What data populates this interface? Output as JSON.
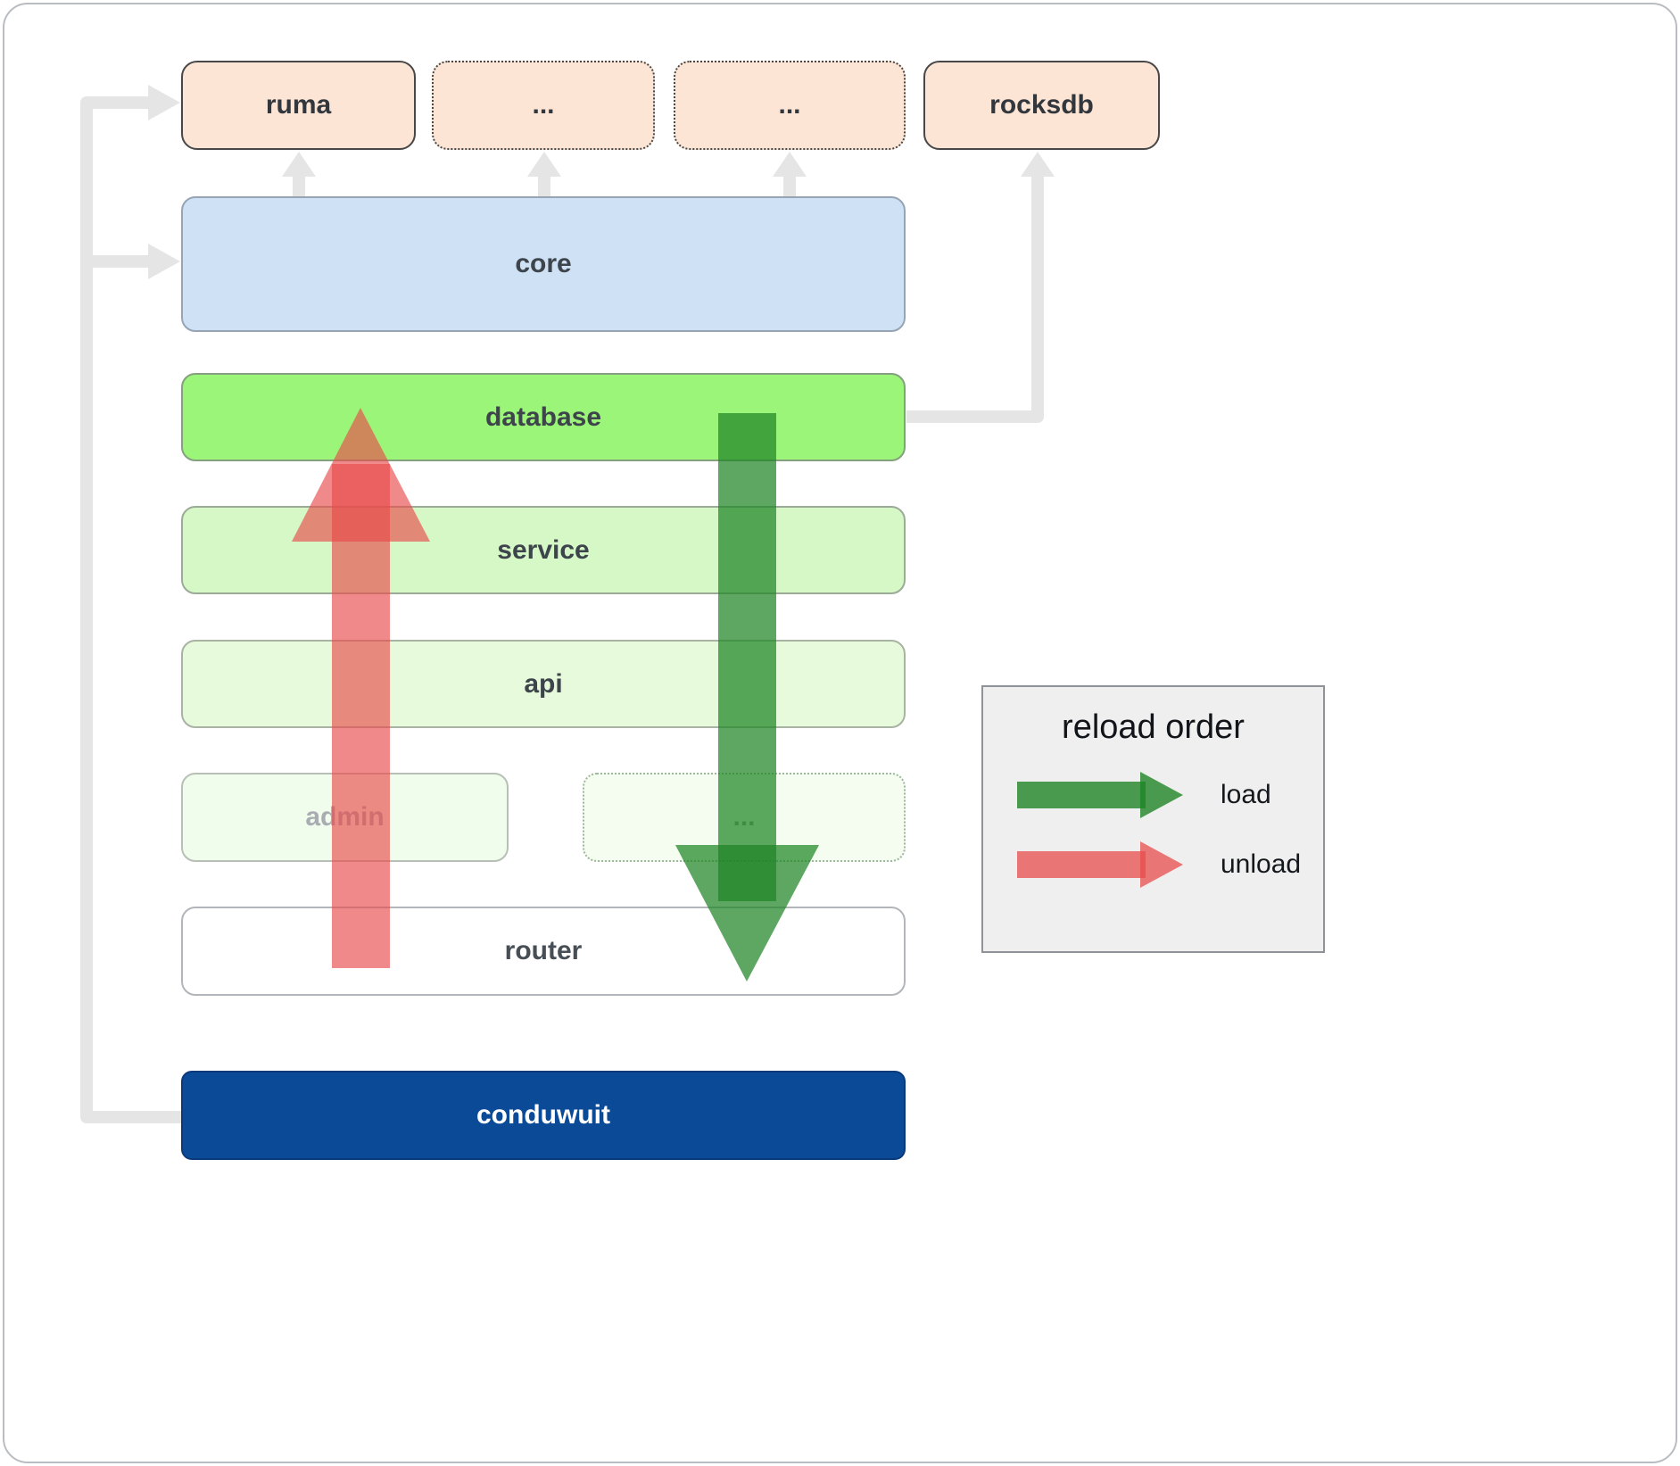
{
  "nodes": {
    "ruma": "ruma",
    "dep_more_1": "...",
    "dep_more_2": "...",
    "rocksdb": "rocksdb",
    "core": "core",
    "database": "database",
    "service": "service",
    "api": "api",
    "admin": "admin",
    "crate_more": "...",
    "router": "router",
    "conduwuit": "conduwuit"
  },
  "legend": {
    "title": "reload order",
    "items": [
      {
        "label": "load"
      },
      {
        "label": "unload"
      }
    ]
  },
  "colors": {
    "dependency_fill": "#fce5d5",
    "core_fill": "#cfe2f5",
    "database_fill": "#9af578",
    "service_fill": "#d6f8c6",
    "api_fill": "#e7fbdc",
    "router_fill": "#ffffff",
    "conduwuit_fill": "#0b4a97",
    "connector_gray": "#e5e5e5",
    "load_green": "#1f8526",
    "unload_red": "#e84c4c"
  }
}
